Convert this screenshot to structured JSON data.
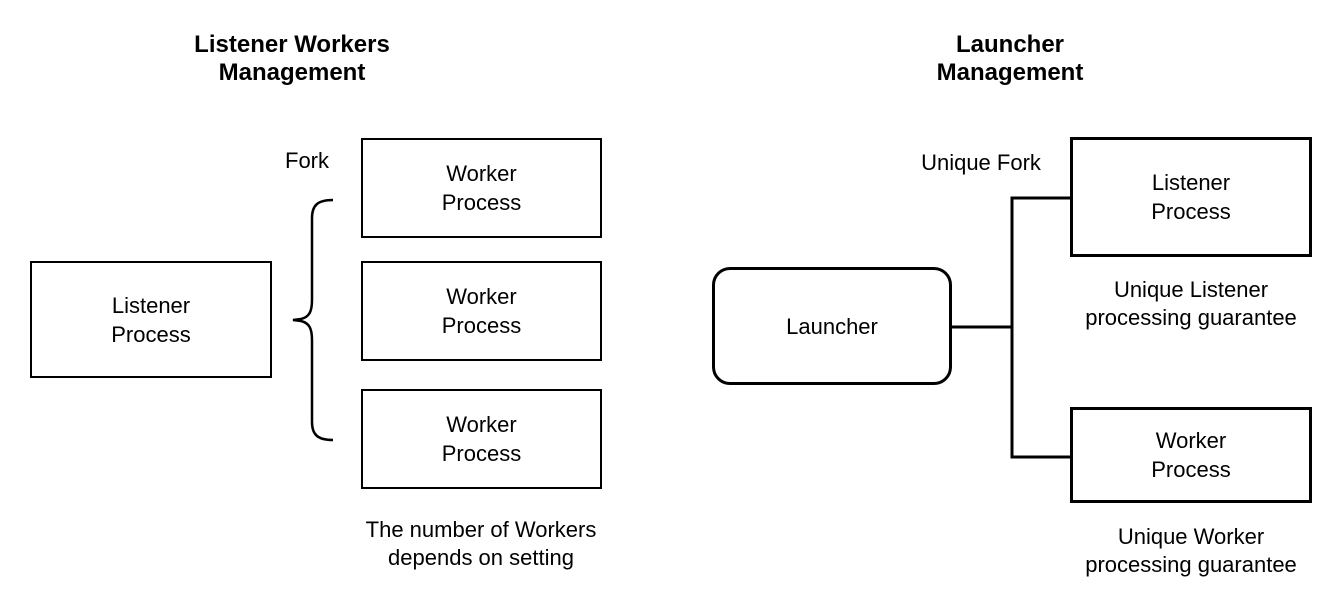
{
  "colors": {
    "stroke": "#000000",
    "text": "#000000",
    "background": "#ffffff"
  },
  "left_diagram": {
    "title": "Listener Workers\nManagement",
    "fork_label": "Fork",
    "listener_box": {
      "label": "Listener\nProcess"
    },
    "worker_boxes": [
      {
        "label": "Worker\nProcess"
      },
      {
        "label": "Worker\nProcess"
      },
      {
        "label": "Worker\nProcess"
      }
    ],
    "caption": "The number of Workers\ndepends on setting"
  },
  "right_diagram": {
    "title": "Launcher\nManagement",
    "fork_label": "Unique Fork",
    "launcher_box": {
      "label": "Launcher"
    },
    "listener_box": {
      "label": "Listener\nProcess",
      "caption": "Unique Listener\nprocessing guarantee"
    },
    "worker_box": {
      "label": "Worker\nProcess",
      "caption": "Unique Worker\nprocessing guarantee"
    }
  }
}
